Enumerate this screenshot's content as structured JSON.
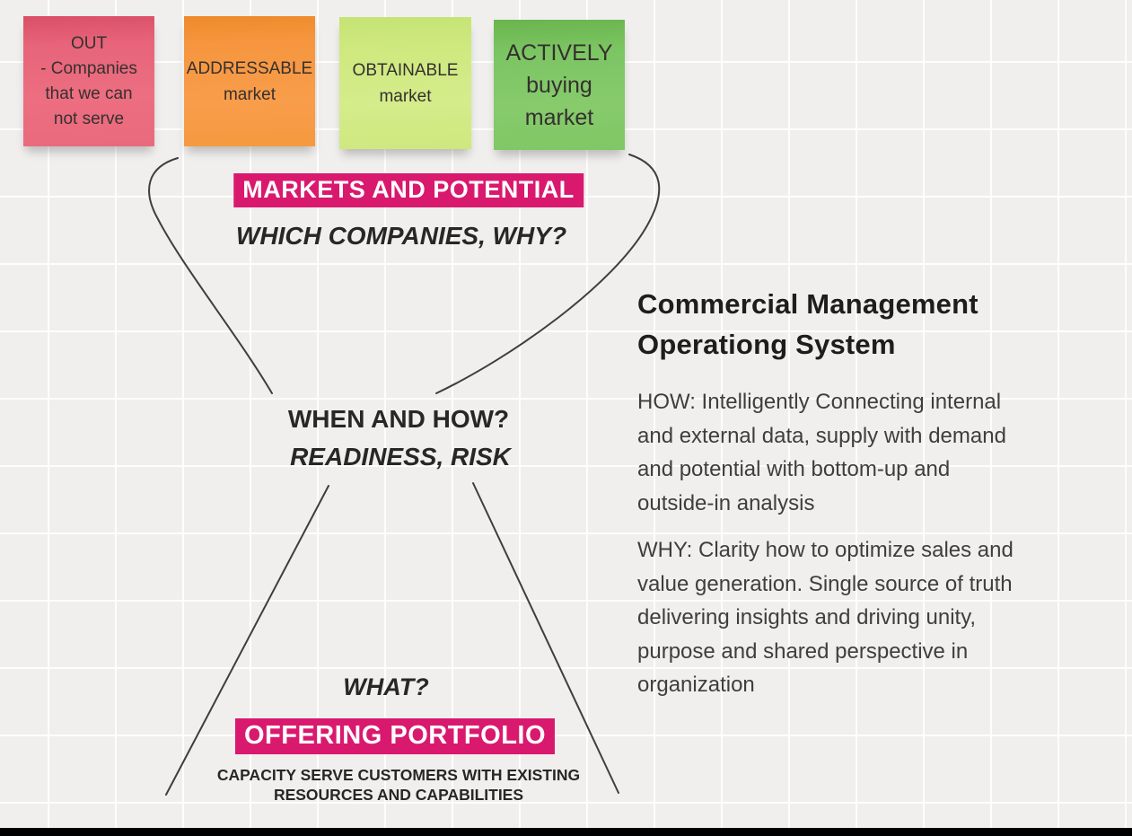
{
  "board": {
    "background_color": "#f0efed",
    "grid_color": "#f8f8f6",
    "accent_color": "#d9196e",
    "line_color": "#3e3e3e"
  },
  "stickies": [
    {
      "label": "out-companies",
      "text": "OUT\n- Companies\nthat we can\nnot serve",
      "color": "#ec6e80"
    },
    {
      "label": "addressable-market",
      "text": "ADDRESSABLE\nmarket",
      "color": "#f89d4b"
    },
    {
      "label": "obtainable-market",
      "text": "OBTAINABLE\nmarket",
      "color": "#d4ec8b"
    },
    {
      "label": "actively-buying-market",
      "text": "ACTIVELY\nbuying\nmarket",
      "color": "#86ca6c"
    }
  ],
  "funnel": {
    "markets_label": "MARKETS AND POTENTIAL",
    "which_companies": "WHICH COMPANIES, WHY?",
    "when_and_how": "WHEN AND HOW?",
    "readiness_risk": "READINESS, RISK",
    "what": "WHAT?",
    "offering_label": "OFFERING PORTFOLIO",
    "capacity_note": "CAPACITY SERVE CUSTOMERS WITH EXISTING\nRESOURCES AND CAPABILITIES"
  },
  "panel": {
    "title": "Commercial Management\nOperationg System",
    "how_paragraph": "HOW: Intelligently Connecting internal\nand external data, supply with demand\nand potential with bottom-up and\noutside-in analysis",
    "why_paragraph": "WHY: Clarity how to optimize sales and\nvalue generation. Single source of truth\ndelivering insights and driving unity,\npurpose and shared perspective in\norganization"
  }
}
